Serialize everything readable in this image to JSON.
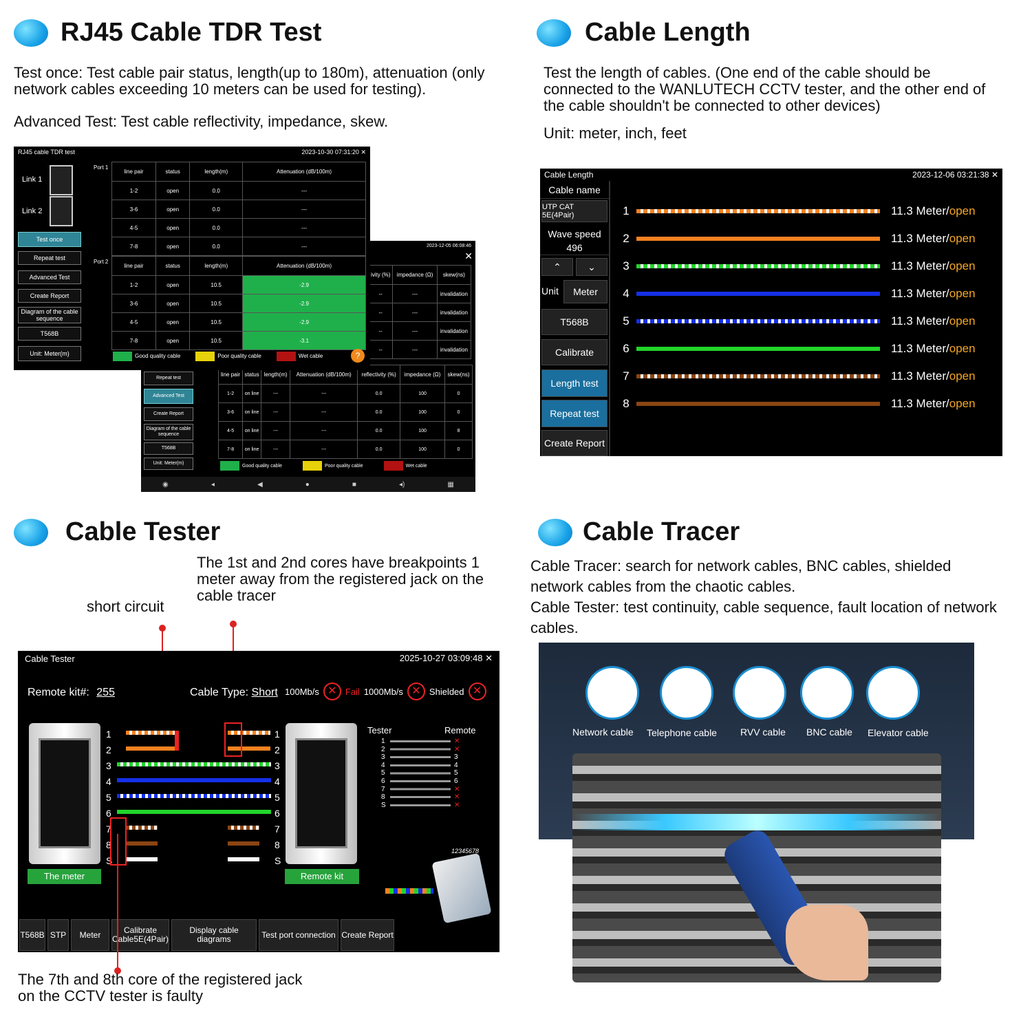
{
  "tdr": {
    "title": "RJ45 Cable TDR Test",
    "desc1": "Test once: Test cable pair status, length(up to 180m), attenuation (only network cables exceeding 10 meters can be used for testing).",
    "desc2": "Advanced Test: Test cable reflectivity, impedance, skew.",
    "screen1": {
      "title": "RJ45 cable TDR test",
      "time": "2023-10-30 07:31:20",
      "link1": "Link 1",
      "link2": "Link 2",
      "port1": "Port 1",
      "port2": "Port 2",
      "buttons": [
        "Test once",
        "Repeat test",
        "Advanced Test",
        "Create Report",
        "Diagram of the cable sequence",
        "T568B",
        "Unit: Meter(m)"
      ],
      "headers": [
        "line pair",
        "status",
        "length(m)",
        "Attenuation (dB/100m)"
      ],
      "port1_rows": [
        [
          "open",
          "0.0",
          "---"
        ],
        [
          "open",
          "0.0",
          "---"
        ],
        [
          "open",
          "0.0",
          "---"
        ],
        [
          "open",
          "0.0",
          "---"
        ]
      ],
      "port2_rows": [
        [
          "open",
          "10.5",
          "-2.9"
        ],
        [
          "open",
          "10.5",
          "-2.9"
        ],
        [
          "open",
          "10.5",
          "-2.9"
        ],
        [
          "open",
          "10.5",
          "-3.1"
        ]
      ],
      "legend": [
        "Good quality cable",
        "Poor quality cable",
        "Wet cable"
      ]
    },
    "screen2": {
      "time": "2023-12-05 06:08:46",
      "top_headers": [
        "ivity (%)",
        "impedance (Ω)",
        "skew(ns)"
      ],
      "top_rows": [
        [
          "--",
          "---",
          "invalidation"
        ],
        [
          "--",
          "---",
          "invalidation"
        ],
        [
          "--",
          "---",
          "invalidation"
        ],
        [
          "--",
          "---",
          "invalidation"
        ]
      ],
      "buttons": [
        "Repeat test",
        "Advanced Test",
        "Create Report",
        "Diagram of the cable sequence",
        "T568B",
        "Unit: Meter(m)"
      ],
      "headers": [
        "line pair",
        "status",
        "length(m)",
        "Attenuation (dB/100m)",
        "reflectivity (%)",
        "impedance (Ω)",
        "skew(ns)"
      ],
      "rows": [
        [
          "on line",
          "---",
          "---",
          "0.0",
          "100",
          "0"
        ],
        [
          "on line",
          "---",
          "---",
          "0.0",
          "100",
          "0"
        ],
        [
          "on line",
          "---",
          "---",
          "0.0",
          "100",
          "8"
        ],
        [
          "on line",
          "---",
          "---",
          "0.0",
          "100",
          "0"
        ]
      ],
      "legend": [
        "Good quality cable",
        "Poor quality cable",
        "Wet cable"
      ]
    }
  },
  "length": {
    "title": "Cable Length",
    "desc1": "Test the length of cables. (One end of the cable should be connected to the WANLUTECH CCTV tester, and the other end of the cable shouldn't be connected to other devices)",
    "desc2": "Unit: meter, inch, feet",
    "screen": {
      "title": "Cable Length",
      "time": "2023-12-06 03:21:38",
      "cable_name_label": "Cable name",
      "cable_name": "UTP CAT 5E(4Pair)",
      "wave_speed_label": "Wave speed",
      "wave_speed": "496",
      "unit_label": "Unit",
      "unit": "Meter",
      "t568b": "T568B",
      "calibrate": "Calibrate",
      "length_test": "Length test",
      "repeat_test": "Repeat test",
      "create_report": "Create Report",
      "rows": [
        {
          "n": "1",
          "v": "11.3 Meter/",
          "s": "open"
        },
        {
          "n": "2",
          "v": "11.3 Meter/",
          "s": "open"
        },
        {
          "n": "3",
          "v": "11.3 Meter/",
          "s": "open"
        },
        {
          "n": "4",
          "v": "11.3 Meter/",
          "s": "open"
        },
        {
          "n": "5",
          "v": "11.3 Meter/",
          "s": "open"
        },
        {
          "n": "6",
          "v": "11.3 Meter/",
          "s": "open"
        },
        {
          "n": "7",
          "v": "11.3 Meter/",
          "s": "open"
        },
        {
          "n": "8",
          "v": "11.3 Meter/",
          "s": "open"
        }
      ]
    }
  },
  "tester": {
    "title": "Cable Tester",
    "ann_short": "short circuit",
    "ann_break": "The 1st and 2nd cores have breakpoints 1 meter away from the registered jack on the cable tracer",
    "ann_faulty": "The 7th and 8th core of the registered jack on the CCTV tester is faulty",
    "screen": {
      "title": "Cable Tester",
      "time": "2025-10-27 03:09:48",
      "remote_label": "Remote kit#:",
      "remote": "255",
      "cable_type_label": "Cable Type:",
      "cable_type": "Short",
      "s100": "100Mb/s",
      "fail": "Fail",
      "s1000": "1000Mb/s",
      "shielded": "Shielded",
      "meter": "The meter",
      "remote_kit": "Remote kit",
      "tester_col": "Tester",
      "remote_col": "Remote",
      "pins": [
        "1",
        "2",
        "3",
        "4",
        "5",
        "6",
        "7",
        "8",
        "S"
      ],
      "rj_label": "12345678",
      "buttons": [
        "T568B",
        "STP",
        "Meter",
        "Calibrate Cable5E(4Pair)",
        "Display cable diagrams",
        "Test port connection",
        "Create Report"
      ]
    }
  },
  "tracer": {
    "title": "Cable Tracer",
    "desc1": "Cable Tracer: search for network cables, BNC cables, shielded network cables from the chaotic cables.",
    "desc2": "Cable Tester: test continuity, cable sequence, fault location of network cables.",
    "icons": [
      "Network cable",
      "Telephone cable",
      "RVV cable",
      "BNC cable",
      "Elevator cable"
    ]
  }
}
